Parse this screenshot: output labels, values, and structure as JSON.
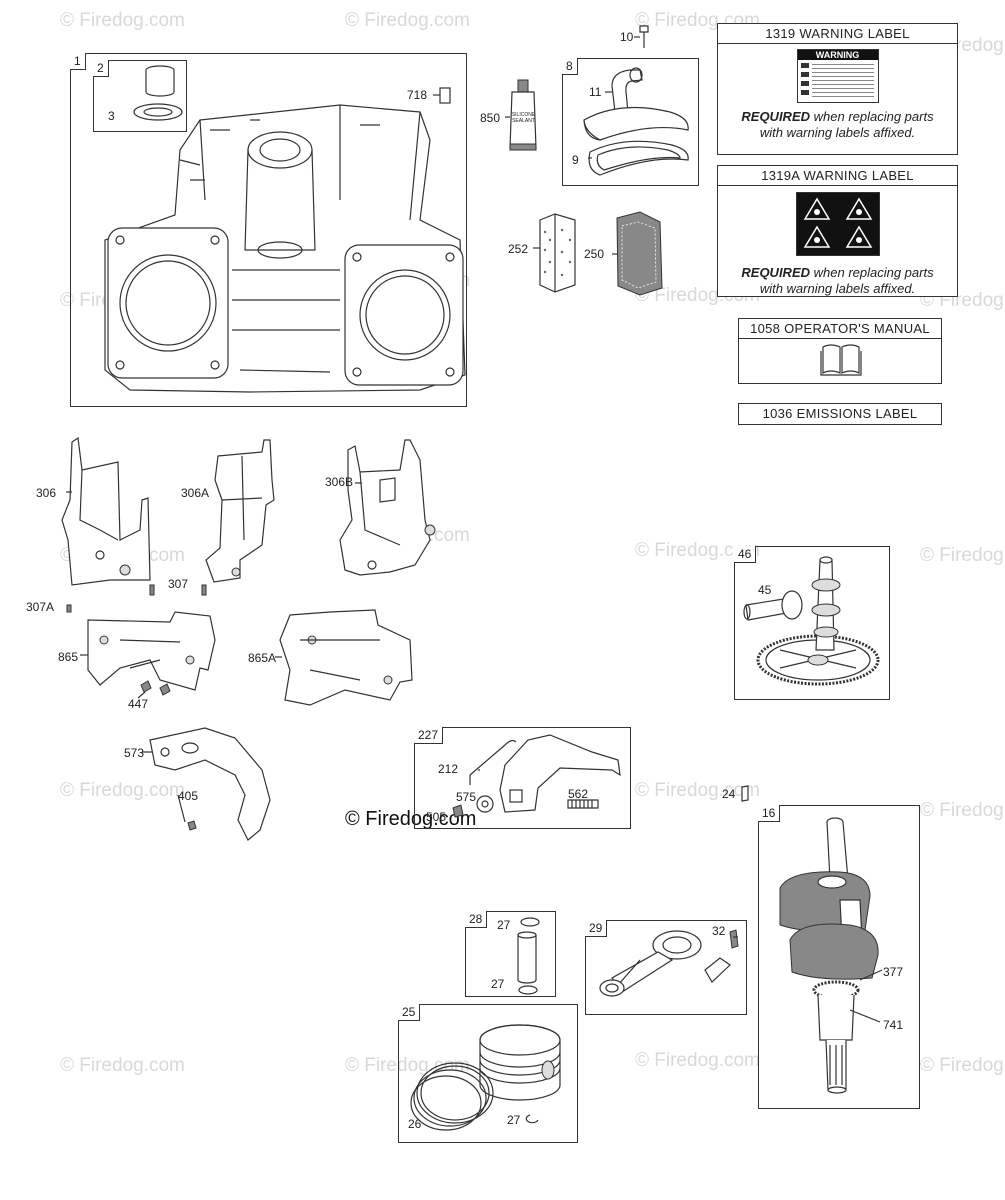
{
  "watermark": "© Firedog.com",
  "labels": {
    "warning": {
      "title": "1319 WARNING LABEL",
      "sticker_head": "WARNING",
      "req_bold": "REQUIRED",
      "req_rest": " when replacing parts",
      "req_line2": "with warning labels affixed."
    },
    "warning_a": {
      "title": "1319A WARNING LABEL",
      "req_bold": "REQUIRED",
      "req_rest": " when replacing parts",
      "req_line2": "with warning labels affixed."
    },
    "manual": {
      "title": "1058 OPERATOR'S MANUAL"
    },
    "emissions": {
      "title": "1036 EMISSIONS LABEL"
    }
  },
  "boxes": {
    "b1": "1",
    "b2": "2",
    "b8": "8",
    "b46": "46",
    "b227": "227",
    "b16": "16",
    "b28": "28",
    "b29": "29",
    "b25": "25"
  },
  "parts": {
    "p3": "3",
    "p718": "718",
    "p850": "850",
    "p10": "10",
    "p11": "11",
    "p9": "9",
    "p252": "252",
    "p250": "250",
    "p306": "306",
    "p306a": "306A",
    "p306b": "306B",
    "p307": "307",
    "p307a": "307A",
    "p865": "865",
    "p865a": "865A",
    "p447": "447",
    "p573": "573",
    "p405": "405",
    "p45": "45",
    "p212": "212",
    "p575": "575",
    "p505": "505",
    "p562": "562",
    "p24": "24",
    "p377": "377",
    "p741": "741",
    "p27a": "27",
    "p27b": "27",
    "p32": "32",
    "p26": "26",
    "p27c": "27"
  },
  "sealant_text": "SILICONE SEALANT"
}
